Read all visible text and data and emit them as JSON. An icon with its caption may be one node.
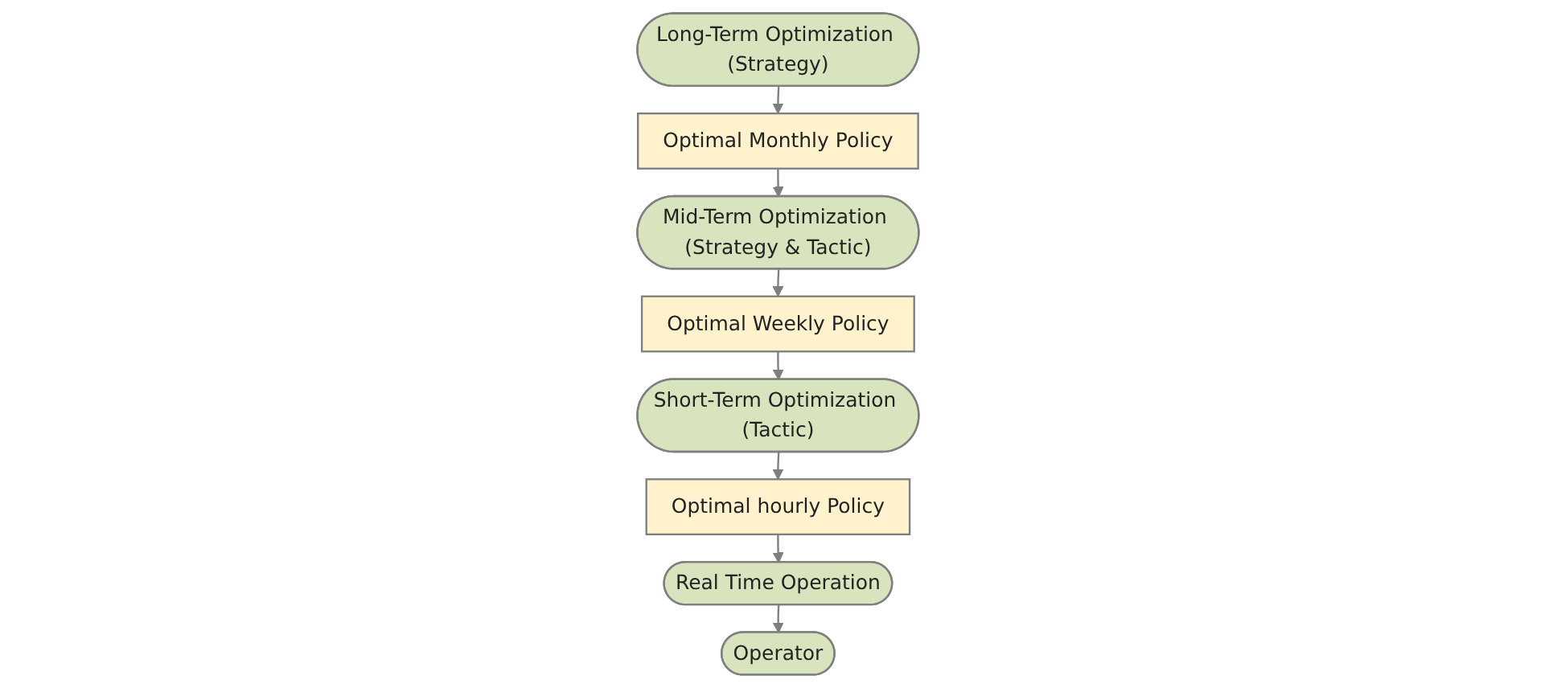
{
  "diagram": {
    "nodes": [
      {
        "text": [
          "Long-Term Optimization (Strategy)"
        ]
      },
      {
        "text": [
          "Optimal Monthly Policy"
        ]
      },
      {
        "text": [
          "Optimal Weekly Policy"
        ]
      },
      {
        "text": [
          "Mid-Term Optimization (Strategy & Tactic)"
        ]
      },
      {
        "text": [
          "Short-Term Optimization (Tactic)"
        ]
      },
      {
        "text": [
          "Optimal hourly Policy"
        ]
      },
      {
        "text": [
          "Operator"
        ]
      },
      {
        "text": [
          "Real Time Operation"
        ]
      }
    ],
    "edges": [
      {
        "from": 0,
        "to": 1,
        "arrow": "to"
      },
      {
        "from": 1,
        "to": 3,
        "arrow": "to"
      },
      {
        "from": 3,
        "to": 2,
        "arrow": "to"
      },
      {
        "from": 2,
        "to": 4,
        "arrow": "to"
      },
      {
        "from": 4,
        "to": 5,
        "arrow": "to"
      },
      {
        "from": 5,
        "to": 7,
        "arrow": "to"
      },
      {
        "from": 7,
        "to": 6,
        "arrow": "to"
      }
    ]
  }
}
